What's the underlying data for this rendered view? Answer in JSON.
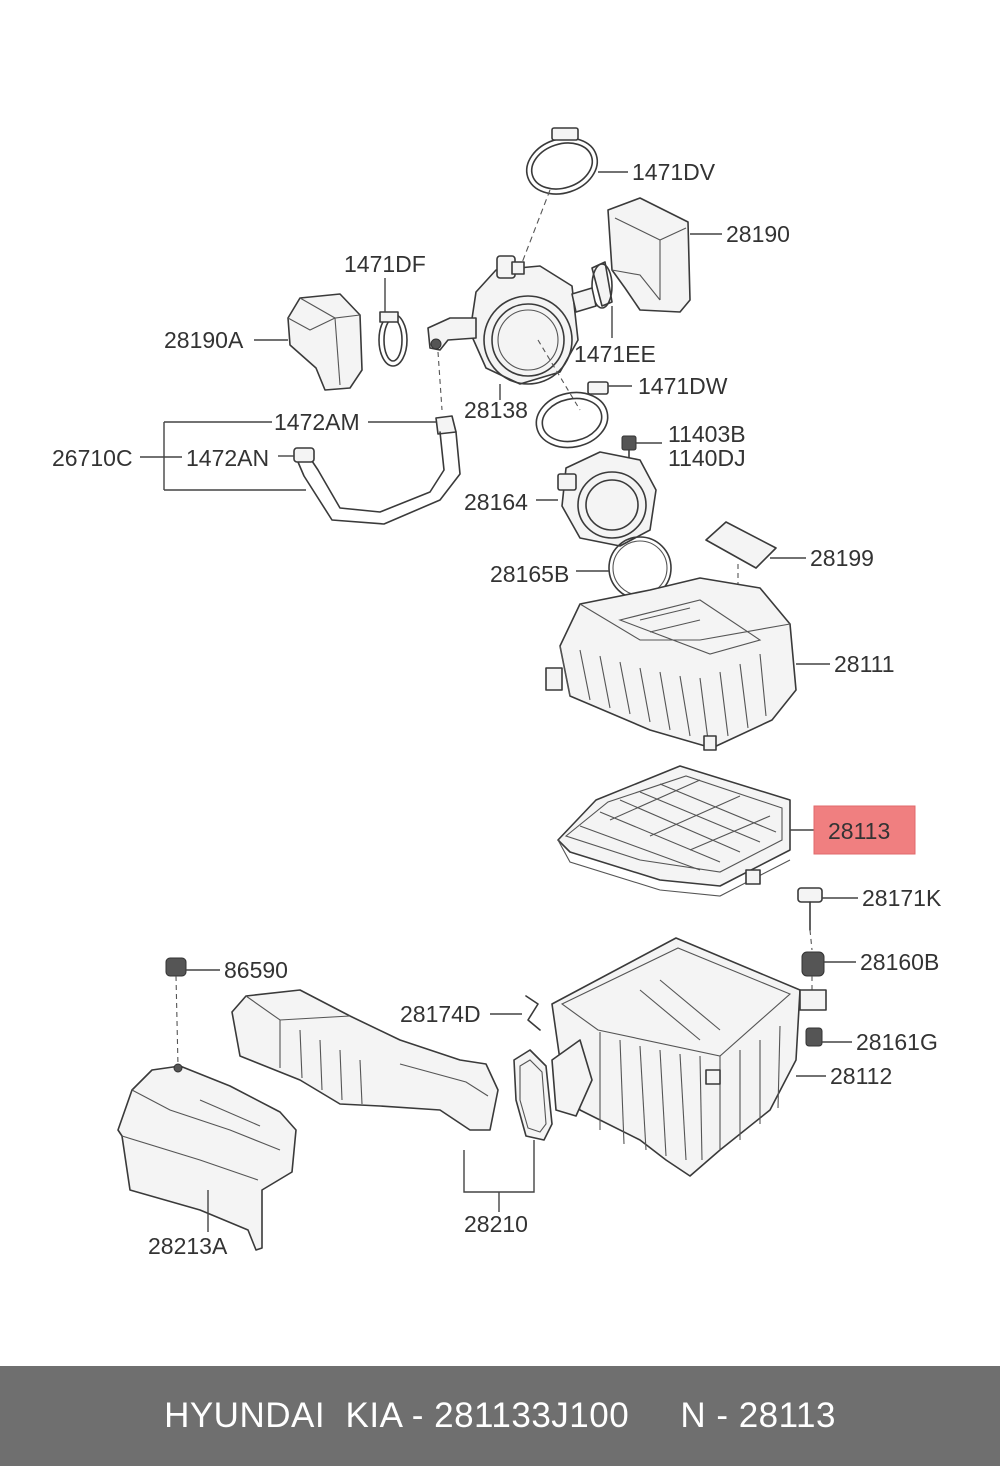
{
  "diagram": {
    "callouts": {
      "c1471DV": "1471DV",
      "c28190": "28190",
      "c1471DF": "1471DF",
      "c28190A": "28190A",
      "c1471EE": "1471EE",
      "c1471DW": "1471DW",
      "c28138": "28138",
      "c1472AM": "1472AM",
      "c26710C": "26710C",
      "c1472AN": "1472AN",
      "c11403B": "11403B",
      "c1140DJ": "1140DJ",
      "c28164": "28164",
      "c28199": "28199",
      "c28165B": "28165B",
      "c28111": "28111",
      "c28113": "28113",
      "c28171K": "28171K",
      "c86590": "86590",
      "c28160B": "28160B",
      "c28174D": "28174D",
      "c28161G": "28161G",
      "c28112": "28112",
      "c28210": "28210",
      "c28213A": "28213A"
    },
    "highlight_color": "#f07f80"
  },
  "footer": {
    "text": "HYUNDAI  KIA - 281133J100     N - 28113",
    "background": "#6f6f6f"
  }
}
